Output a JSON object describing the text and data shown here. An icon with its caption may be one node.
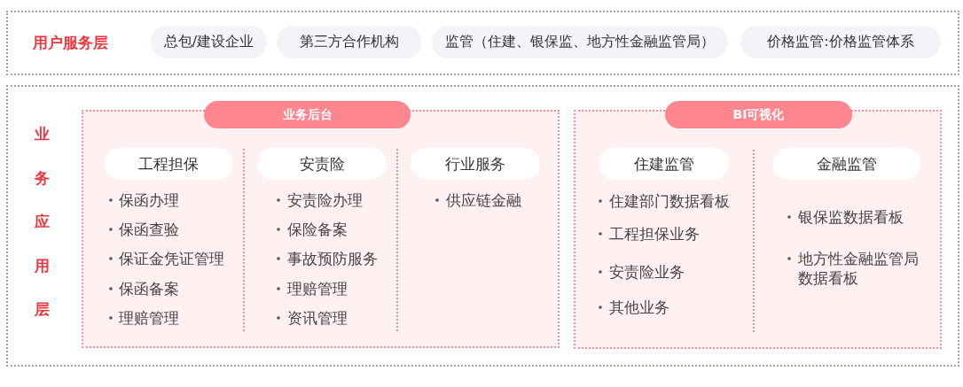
{
  "diagram": {
    "nodes": [
      {
        "text": [
          "用户服务层"
        ]
      },
      {
        "text": [
          "总包/建设企业"
        ],
        "in": 0
      },
      {
        "text": [
          "第三方合作机构"
        ],
        "in": 0
      },
      {
        "text": [
          "监管（住建、银保监、地方性金融监管局）"
        ],
        "in": 0
      },
      {
        "text": [
          "价格监管:价格监管体系"
        ],
        "in": 0
      },
      {
        "text": [
          "业务应用层"
        ]
      },
      {
        "text": [
          "业务后台"
        ],
        "in": 5
      },
      {
        "text": [
          "工程担保"
        ],
        "in": 6,
        "beside": [
          "保函办理",
          "保函查验",
          "保证金凭证管理",
          "保函备案",
          "理赔管理"
        ]
      },
      {
        "text": [
          "安责险"
        ],
        "in": 6,
        "beside": [
          "安责险办理",
          "保险备案",
          "事故预防服务",
          "理赔管理",
          "资讯管理"
        ]
      },
      {
        "text": [
          "行业服务"
        ],
        "in": 6,
        "beside": [
          "供应链金融"
        ]
      },
      {
        "text": [
          "BI可视化"
        ],
        "in": 5
      },
      {
        "text": [
          "住建监管"
        ],
        "in": 10,
        "beside": [
          "住建部门数据看板",
          "工程担保业务",
          "安责险业务",
          "其他业务"
        ]
      },
      {
        "text": [
          "金融监管"
        ],
        "in": 10,
        "beside": [
          "银保监数据看板",
          "地方性金融监管局数据看板"
        ]
      }
    ]
  }
}
